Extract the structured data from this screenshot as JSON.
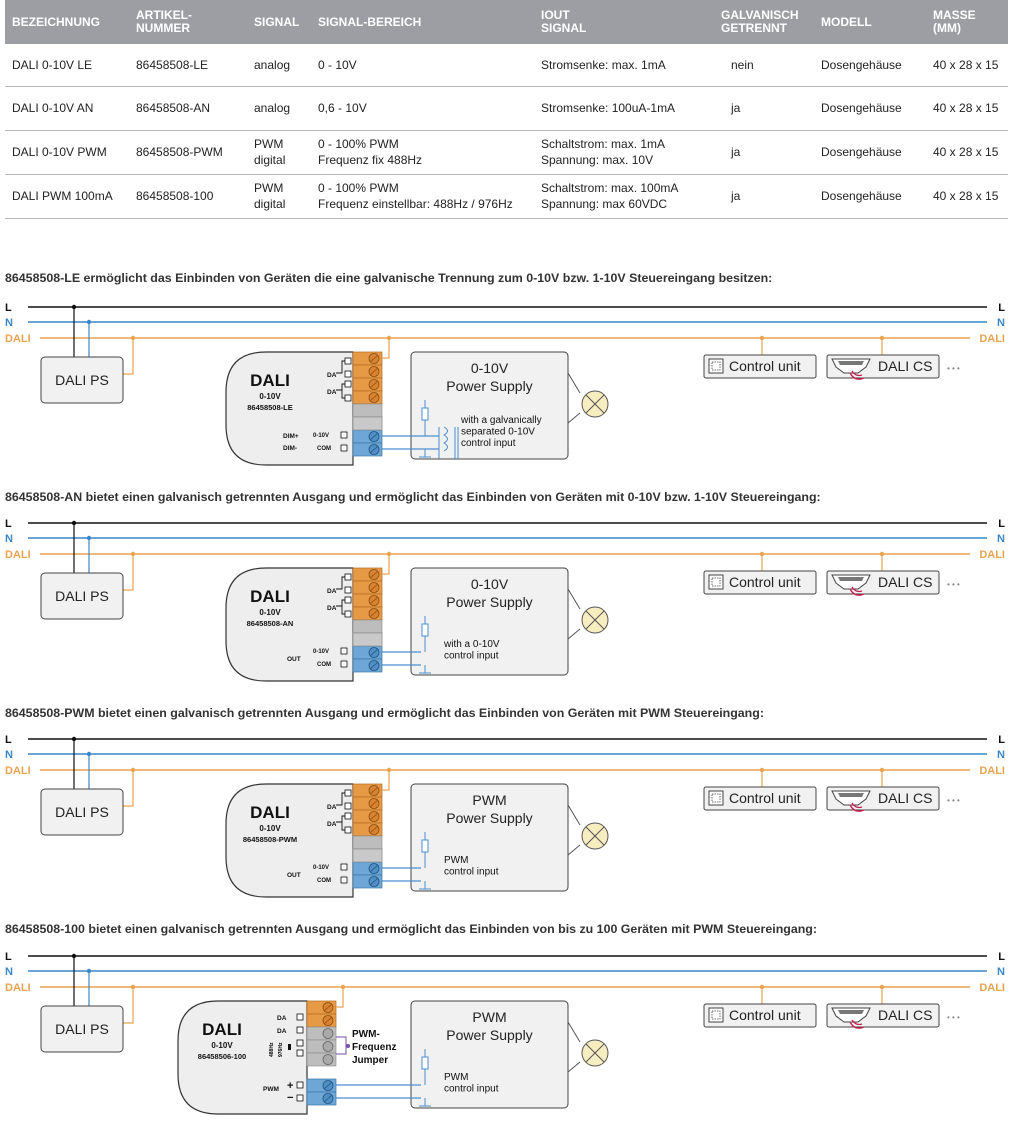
{
  "table": {
    "headers": [
      [
        "BEZEICHNUNG"
      ],
      [
        "ARTIKEL-",
        "NUMMER"
      ],
      [
        "SIGNAL"
      ],
      [
        "SIGNAL-BEREICH"
      ],
      [
        "IOUT",
        "SIGNAL"
      ],
      [
        "GALVANISCH",
        "GETRENNT"
      ],
      [
        "MODELL"
      ],
      [
        "MASSE",
        "(MM)"
      ]
    ],
    "rows": [
      {
        "bezeichnung": "DALI 0-10V LE",
        "artikel": "86458508-LE",
        "signal": [
          "analog"
        ],
        "bereich": [
          "0 - 10V"
        ],
        "iout": [
          "Stromsenke: max. 1mA"
        ],
        "galv": "nein",
        "modell": "Dosengehäuse",
        "masse": "40 x 28 x 15"
      },
      {
        "bezeichnung": "DALI 0-10V AN",
        "artikel": "86458508-AN",
        "signal": [
          "analog"
        ],
        "bereich": [
          "0,6 - 10V"
        ],
        "iout": [
          "Stromsenke: 100uA-1mA"
        ],
        "galv": "ja",
        "modell": "Dosengehäuse",
        "masse": "40 x 28 x 15"
      },
      {
        "bezeichnung": "DALI 0-10V PWM",
        "artikel": "86458508-PWM",
        "signal": [
          "PWM",
          "digital"
        ],
        "bereich": [
          "0 - 100% PWM",
          "Frequenz fix 488Hz"
        ],
        "iout": [
          "Schaltstrom: max. 1mA",
          "Spannung: max. 10V"
        ],
        "galv": "ja",
        "modell": "Dosengehäuse",
        "masse": "40 x 28 x 15"
      },
      {
        "bezeichnung": "DALI PWM 100mA",
        "artikel": "86458508-100",
        "signal": [
          "PWM",
          "digital"
        ],
        "bereich": [
          "0 - 100% PWM",
          "Frequenz einstellbar: 488Hz / 976Hz"
        ],
        "iout": [
          "Schaltstrom: max. 100mA",
          "Spannung: max 60VDC"
        ],
        "galv": "ja",
        "modell": "Dosengehäuse",
        "masse": "40 x 28 x 15"
      }
    ]
  },
  "colors": {
    "header_bg": "#9c9ea4",
    "line_L": "#111111",
    "line_N": "#3b87c7",
    "line_DALI": "#e8a350",
    "terminal_orange": "#e79a45",
    "terminal_blue": "#6ea6d6",
    "signal_wire": "#4c8fd0",
    "sensor_red": "#c4224b"
  },
  "buses": {
    "l": "L",
    "n": "N",
    "dali": "DALI"
  },
  "common": {
    "dali_ps": "DALI PS",
    "control_unit": "Control unit",
    "dali_cs": "DALI CS",
    "ellipsis": "• • •",
    "dali_logo": "DALI",
    "module_sub": "0-10V",
    "da": "DA"
  },
  "sections": [
    {
      "title": "86458508-LE ermöglicht das Einbinden von Geräten die eine galvanische Trennung zum 0-10V bzw. 1-10V Steuereingang besitzen:",
      "module_model": "86458508-LE",
      "out_left": [
        "DIM+",
        "DIM-"
      ],
      "out_right": [
        "0-10V",
        "COM"
      ],
      "ps_title": [
        "0-10V",
        "Power Supply"
      ],
      "ps_note": [
        "with a galvanically",
        "separated 0-10V",
        "control input"
      ]
    },
    {
      "title": "86458508-AN bietet einen galvanisch getrennten Ausgang und ermöglicht das Einbinden von Geräten mit 0-10V bzw. 1-10V Steuereingang:",
      "module_model": "86458508-AN",
      "out_left": [
        "OUT"
      ],
      "out_right": [
        "0-10V",
        "COM"
      ],
      "ps_title": [
        "0-10V",
        "Power Supply"
      ],
      "ps_note": [
        "with a 0-10V",
        "control input"
      ]
    },
    {
      "title": "86458508-PWM bietet einen galvanisch getrennten Ausgang und ermöglicht das Einbinden von Geräten mit PWM Steuereingang:",
      "module_model": "86458508-PWM",
      "out_left": [
        "OUT"
      ],
      "out_right": [
        "0-10V",
        "COM"
      ],
      "ps_title": [
        "PWM",
        "Power Supply"
      ],
      "ps_note": [
        "PWM",
        "control input"
      ]
    },
    {
      "title": "86458508-100 bietet einen galvanisch getrennten Ausgang und ermöglicht das Einbinden von bis zu 100 Geräten mit PWM Steuereingang:",
      "module_model": "86458506-100",
      "out_left": [
        "PWM"
      ],
      "out_right": [
        "+",
        "−"
      ],
      "jumper_labels": [
        "488Hz",
        "976Hz"
      ],
      "jumper_note": [
        "PWM-",
        "Frequenz",
        "Jumper"
      ],
      "ps_title": [
        "PWM",
        "Power Supply"
      ],
      "ps_note": [
        "PWM",
        "control input"
      ]
    }
  ]
}
